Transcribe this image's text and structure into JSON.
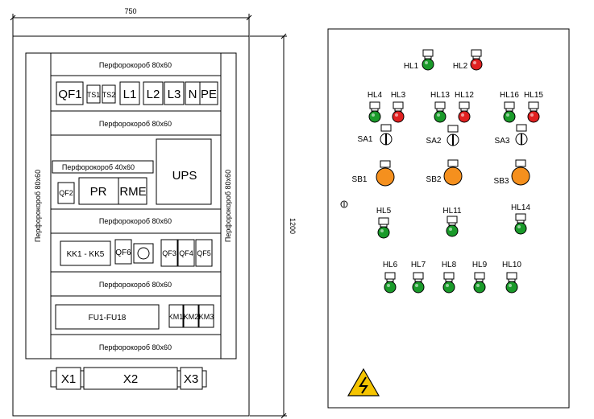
{
  "dimensions": {
    "width_label": "750",
    "height_label": "1200"
  },
  "cabinet": {
    "ducts": {
      "top": "Перфорокороб 80х60",
      "second": "Перфорокороб 80х60",
      "small": "Перфорокороб 40х60",
      "third": "Перфорокороб 80х60",
      "fourth": "Перфорокороб 80х60",
      "bottom": "Перфорокороб 80х60",
      "left": "Перфорокороб 80х60",
      "right": "Перфорокороб 80х60"
    },
    "row1": [
      "QF1",
      "TS1",
      "TS2",
      "L1",
      "L2",
      "L3",
      "N",
      "PE"
    ],
    "ups": "UPS",
    "qf2": "QF2",
    "pr": "PR",
    "rme": "RME",
    "kk": "KK1 - KK5",
    "qf6": "QF6",
    "qf_group": [
      "QF3",
      "QF4",
      "QF5"
    ],
    "fu": "FU1-FU18",
    "km": [
      "KM1",
      "KM2",
      "KM3"
    ],
    "terminals": [
      "X1",
      "X2",
      "X3"
    ]
  },
  "door": {
    "lamps": [
      {
        "label": "HL1",
        "color": "#1a9a2a"
      },
      {
        "label": "HL2",
        "color": "#e02020"
      },
      {
        "label": "HL4",
        "color": "#1a9a2a"
      },
      {
        "label": "HL3",
        "color": "#e02020"
      },
      {
        "label": "HL13",
        "color": "#1a9a2a"
      },
      {
        "label": "HL12",
        "color": "#e02020"
      },
      {
        "label": "HL16",
        "color": "#1a9a2a"
      },
      {
        "label": "HL15",
        "color": "#e02020"
      },
      {
        "label": "HL5",
        "color": "#1a9a2a"
      },
      {
        "label": "HL11",
        "color": "#1a9a2a"
      },
      {
        "label": "HL14",
        "color": "#1a9a2a"
      },
      {
        "label": "HL6",
        "color": "#1a9a2a"
      },
      {
        "label": "HL7",
        "color": "#1a9a2a"
      },
      {
        "label": "HL8",
        "color": "#1a9a2a"
      },
      {
        "label": "HL9",
        "color": "#1a9a2a"
      },
      {
        "label": "HL10",
        "color": "#1a9a2a"
      }
    ],
    "switches": [
      "SA1",
      "SA2",
      "SA3"
    ],
    "buttons": {
      "labels": [
        "SB1",
        "SB2",
        "SB3"
      ],
      "color": "#f5901e"
    },
    "warning_color": "#f5c400"
  }
}
